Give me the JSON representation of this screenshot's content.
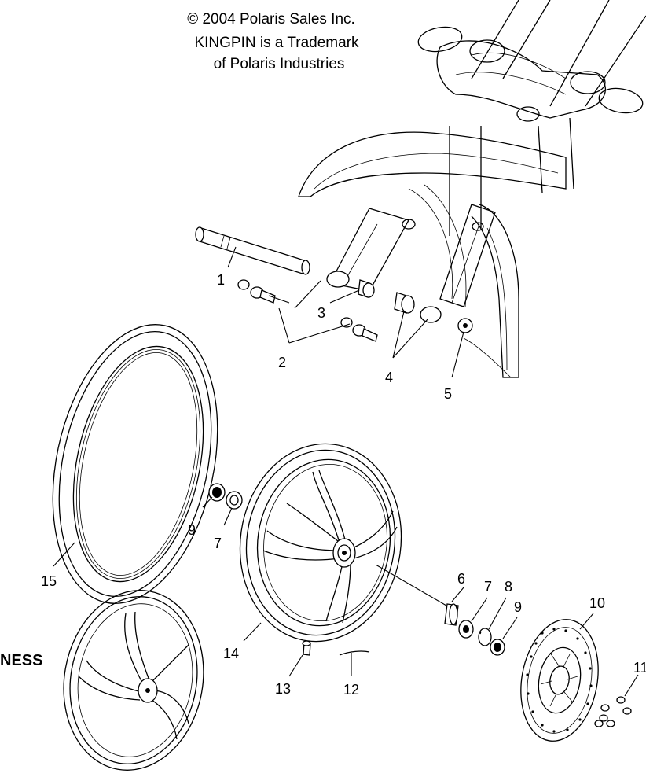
{
  "copyright": {
    "line1": "© 2004 Polaris Sales Inc.",
    "line2": "KINGPIN is a Trademark",
    "line3": "of Polaris Industries"
  },
  "side_label": "NESS",
  "callouts": {
    "c1": "1",
    "c2": "2",
    "c3": "3",
    "c4": "4",
    "c5": "5",
    "c6": "6",
    "c7a": "7",
    "c7b": "7",
    "c8": "8",
    "c9a": "9",
    "c9b": "9",
    "c10": "10",
    "c11": "11",
    "c12": "12",
    "c13": "13",
    "c14": "14",
    "c15": "15"
  }
}
